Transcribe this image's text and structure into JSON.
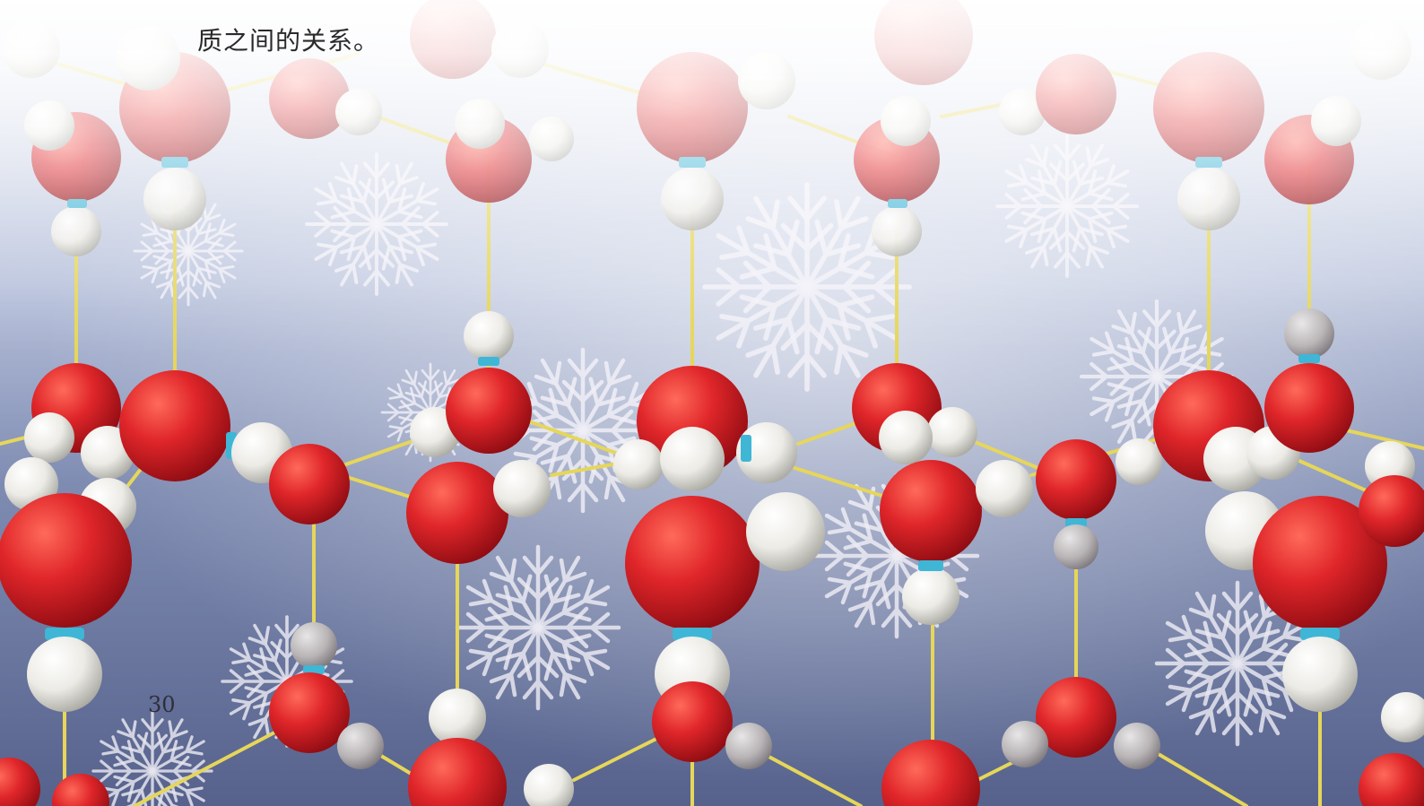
{
  "page": {
    "caption_text": "质之间的关系。",
    "page_number": "30"
  },
  "illustration": {
    "subject": "ice-crystal-water-molecule-lattice",
    "colors": {
      "oxygen": "#d8282a",
      "hydrogen": "#f2f0ec",
      "bond_joint": "#3fb6d6",
      "hydrogen_bond": "#e8d85a",
      "background_top": "#ffffff",
      "background_bottom": "#5a6690",
      "snowflake": "#f4f2f8"
    }
  }
}
